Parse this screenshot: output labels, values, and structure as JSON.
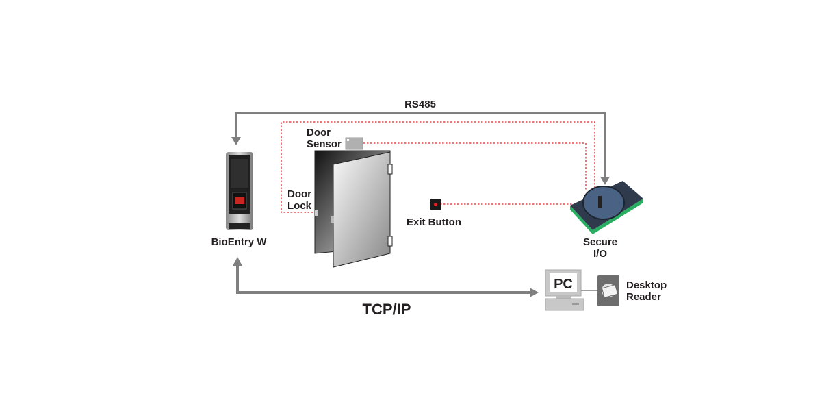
{
  "connections": {
    "rs485": "RS485",
    "tcpip": "TCP/IP"
  },
  "devices": {
    "bioentry": "BioEntry W",
    "door_sensor": [
      "Door",
      "Sensor"
    ],
    "door_lock": [
      "Door",
      "Lock"
    ],
    "exit_button": "Exit Button",
    "secure_io": [
      "Secure",
      "I/O"
    ],
    "pc": "PC",
    "desktop_reader": [
      "Desktop",
      "Reader"
    ]
  },
  "colors": {
    "line_gray": "#7f7f7f",
    "wire_red": "#e0242b",
    "text": "#231f20"
  }
}
